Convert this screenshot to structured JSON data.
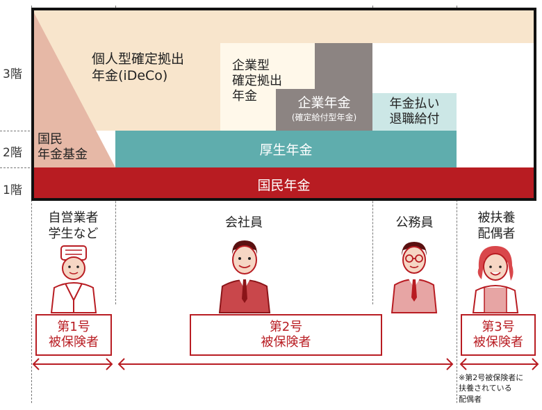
{
  "floors": {
    "f3": "3階",
    "f2": "2階",
    "f1": "1階"
  },
  "layers": {
    "ideco": "個人型確定拠出\n年金(iDeCo)",
    "kigyogata": "企業型\n確定拠出\n年金",
    "kigyo_nenkin": "企業年金",
    "kigyo_nenkin_sub": "(確定給付型年金)",
    "nenkin_barai": "年金払い\n退職給付",
    "kokumin_kikin": "国民\n年金基金",
    "kosei": "厚生年金",
    "kokumin": "国民年金"
  },
  "categories": {
    "self": "自営業者\n学生など",
    "employee": "会社員",
    "civil": "公務員",
    "spouse": "被扶養\n配偶者"
  },
  "insured": {
    "first": "第1号\n被保険者",
    "second": "第2号\n被保険者",
    "third": "第3号\n被保険者"
  },
  "note": "※第2号被保険者に\n扶養されている\n配偶者",
  "colors": {
    "beige": "#f8e5cc",
    "salmon": "#e6b8a6",
    "cream": "#fff8ea",
    "gray": "#8c8482",
    "lightblue": "#cce7e6",
    "teal": "#5fadad",
    "red": "#b81c22"
  },
  "icons": [
    "chef-figure",
    "businessman-figure",
    "glasses-man-figure",
    "woman-figure"
  ]
}
